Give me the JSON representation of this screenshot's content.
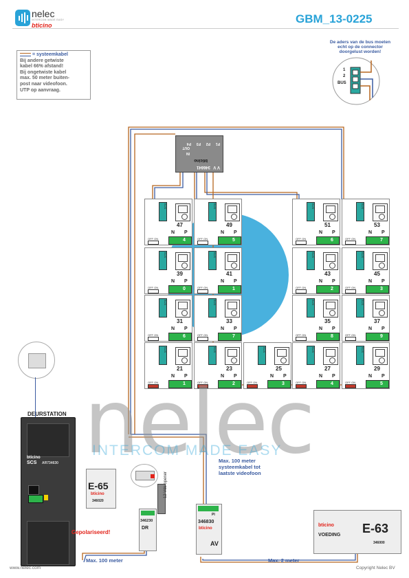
{
  "header": {
    "logo_name": "nelec",
    "logo_tagline": "INTERCOM MADE EASY",
    "logo_brand": "bticino",
    "doc_id": "GBM_13-0225"
  },
  "legend": {
    "line1": "= systeemkabel",
    "line2": "Bij andere getwiste",
    "line3": "kabel 66% afstand!",
    "line4": "Bij ongetwiste kabel",
    "line5": "max. 50 meter buiten-",
    "line6": "post naar videofoon.",
    "line7": "UTP op aanvraag."
  },
  "bus_detail": {
    "note1": "De aders van de bus moeten",
    "note2": "echt op de connector",
    "note3": "doorgelust worden!",
    "t1": "1",
    "t2": "2",
    "bus": "BUS"
  },
  "distributor": {
    "code": "346841",
    "brand": "bticino",
    "in": "IN",
    "out": "OUT",
    "vv": "V V",
    "ports": [
      "P1",
      "P2",
      "P3",
      "P4"
    ]
  },
  "apartments": [
    {
      "num": "47",
      "sw": "4"
    },
    {
      "num": "49",
      "sw": "5"
    },
    {
      "num": "51",
      "sw": "6"
    },
    {
      "num": "53",
      "sw": "7"
    },
    {
      "num": "39",
      "sw": "0"
    },
    {
      "num": "41",
      "sw": "1"
    },
    {
      "num": "43",
      "sw": "2"
    },
    {
      "num": "45",
      "sw": "3"
    },
    {
      "num": "31",
      "sw": "6"
    },
    {
      "num": "33",
      "sw": "7"
    },
    {
      "num": "35",
      "sw": "8"
    },
    {
      "num": "37",
      "sw": "9"
    },
    {
      "num": "21",
      "sw": "1"
    },
    {
      "num": "23",
      "sw": "2"
    },
    {
      "num": "25",
      "sw": "3"
    },
    {
      "num": "27",
      "sw": "4"
    },
    {
      "num": "29",
      "sw": "5"
    }
  ],
  "apt_labels": {
    "n": "N",
    "p": "P",
    "offon": "OFF ON",
    "bus": "BUS"
  },
  "doorstation": {
    "label": "DEURSTATION",
    "brand": "bticino",
    "series": "SCS",
    "code": "AR734630"
  },
  "e65": {
    "name": "E-65",
    "brand": "bticino",
    "code": "346020"
  },
  "dr": {
    "code": "346230",
    "name": "DR"
  },
  "opener": {
    "label": "12 Vdc opener"
  },
  "av": {
    "code": "346830",
    "brand": "bticino",
    "pi": "PI",
    "av": "AV"
  },
  "e63": {
    "name": "E-63",
    "brand": "bticino",
    "sub": "VOEDING",
    "code": "346000"
  },
  "notes": {
    "max100_top1": "Max. 100 meter",
    "max100_top2": "systeemkabel tot",
    "max100_top3": "laatste videofoon",
    "gepolariseerd": "Gepolariseerd!",
    "max100_bottom": "Max. 100 meter",
    "max2": "Max. 2 meter"
  },
  "footer": {
    "left": "www.nelec.com",
    "right": "Copyright Nelec BV"
  },
  "watermark": {
    "big": "nelec",
    "sub": "INTERCOM MADE EASY"
  },
  "colors": {
    "brand_blue": "#29a3d8",
    "note_blue": "#3a5ba0",
    "red": "#e2231a",
    "green": "#2db34a",
    "wire_brown": "#b5651d"
  }
}
